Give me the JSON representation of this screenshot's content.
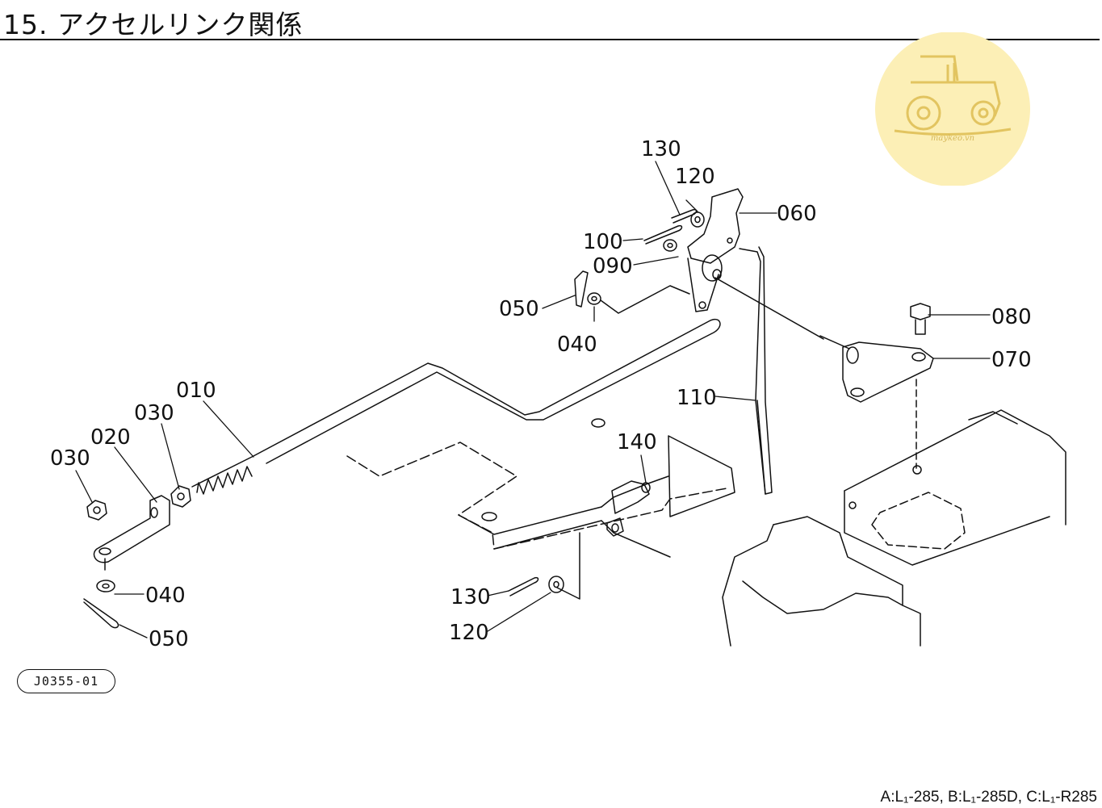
{
  "header": {
    "title": "15. アクセルリンク関係"
  },
  "watermark": {
    "text": "maykeo.vn",
    "bg_color": "#fcefb6",
    "line_color": "#e2c460"
  },
  "part_labels": {
    "p010": "010",
    "p020": "020",
    "p030a": "030",
    "p030b": "030",
    "p040a": "040",
    "p040b": "040",
    "p050a": "050",
    "p050b": "050",
    "p060": "060",
    "p070": "070",
    "p080": "080",
    "p090": "090",
    "p100": "100",
    "p110": "110",
    "p120a": "120",
    "p120b": "120",
    "p130a": "130",
    "p130b": "130",
    "p140": "140"
  },
  "figure_code": "J0355-01",
  "model_note": "A:L₁-285, B:L₁-285D, C:L₁-R285"
}
